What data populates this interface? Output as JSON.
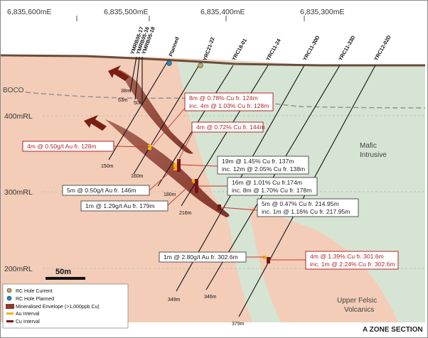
{
  "eastings": [
    "6,835,600mE",
    "6,835,500mE",
    "6,835,400mE",
    "6,835,300mE"
  ],
  "rls": [
    "400mRL",
    "300mRL",
    "200mRL"
  ],
  "boco_label": "BOCO",
  "geology": {
    "mafic": [
      "Mafic",
      "Intrusive"
    ],
    "felsic": [
      "Upper Felsic",
      "Volcanics"
    ]
  },
  "scale_label": "50m",
  "section_title": "A ZONE SECTION",
  "holes": {
    "ymrb": [
      "YMRB05-17",
      "YMRB05-16",
      "YMRB05-18"
    ],
    "planned": "Planned",
    "yrc21_22": "YRC21-22",
    "yrc18_01": "YRC18-01",
    "yrc11_24": "YRC11-24",
    "yrc11_30d": "YRC11-30D",
    "yrc11_33d": "YRC11-33D",
    "yrc12_02d": "YRC12-02D"
  },
  "depths": {
    "d38": "38m",
    "d53": "53m",
    "d50": "50m",
    "d150": "150m",
    "d160": "160m",
    "d180": "180m",
    "d216": "216m",
    "d349": "349m",
    "d346": "346m",
    "d379": "379m"
  },
  "callouts": {
    "c1_l1": "8m @ 0.78% Cu fr. 124m",
    "c1_l2": "inc. 4m @ 1.03% Cu fr. 128m",
    "c2": "4m @ 0.72% Cu fr. 144m",
    "c3": "4m @ 0.50g/t Au fr. 128m",
    "c4_l1": "19m @ 1.45% Cu fr. 137m",
    "c4_l2": "inc. 12m @ 2.05% Cu fr. 138m",
    "c5_l1": "16m @ 1.01% Cu fr.174m",
    "c5_l2": "inc. 8m @ 1.70% Cu fr. 178m",
    "c6": "5m @ 0.50g/t Au fr. 146m",
    "c7_l1": "5m @ 0.47% Cu fr. 214.95m",
    "c7_l2": "inc. 1m @ 1.16% Cu fr. 217.95m",
    "c8": "1m @ 1.29g/t Au fr. 179m",
    "c9": "1m @ 2.80g/t Au fr. 302.6m",
    "c10_l1": "4m @ 1.39% Cu fr. 301.6m",
    "c10_l2": "inc. 1m @ 2.24% Cu fr. 302.6m"
  },
  "legend": {
    "current": "RC Hole Current",
    "planned": "RC Hole Planned",
    "envelope": "Mineralised Envelope (>1,000ppb Cu)",
    "au": "Au Interval",
    "cu": "Cu Interval"
  },
  "colors": {
    "felsic": "#f3cdb8",
    "mafic": "#d6e4d3",
    "envelope": "#8b3a2e",
    "au": "#f0b400",
    "cu": "#7a1414",
    "callout_red": "#b0282a",
    "planned_marker": "#1e88c8",
    "current_marker": "#c9a26b"
  }
}
